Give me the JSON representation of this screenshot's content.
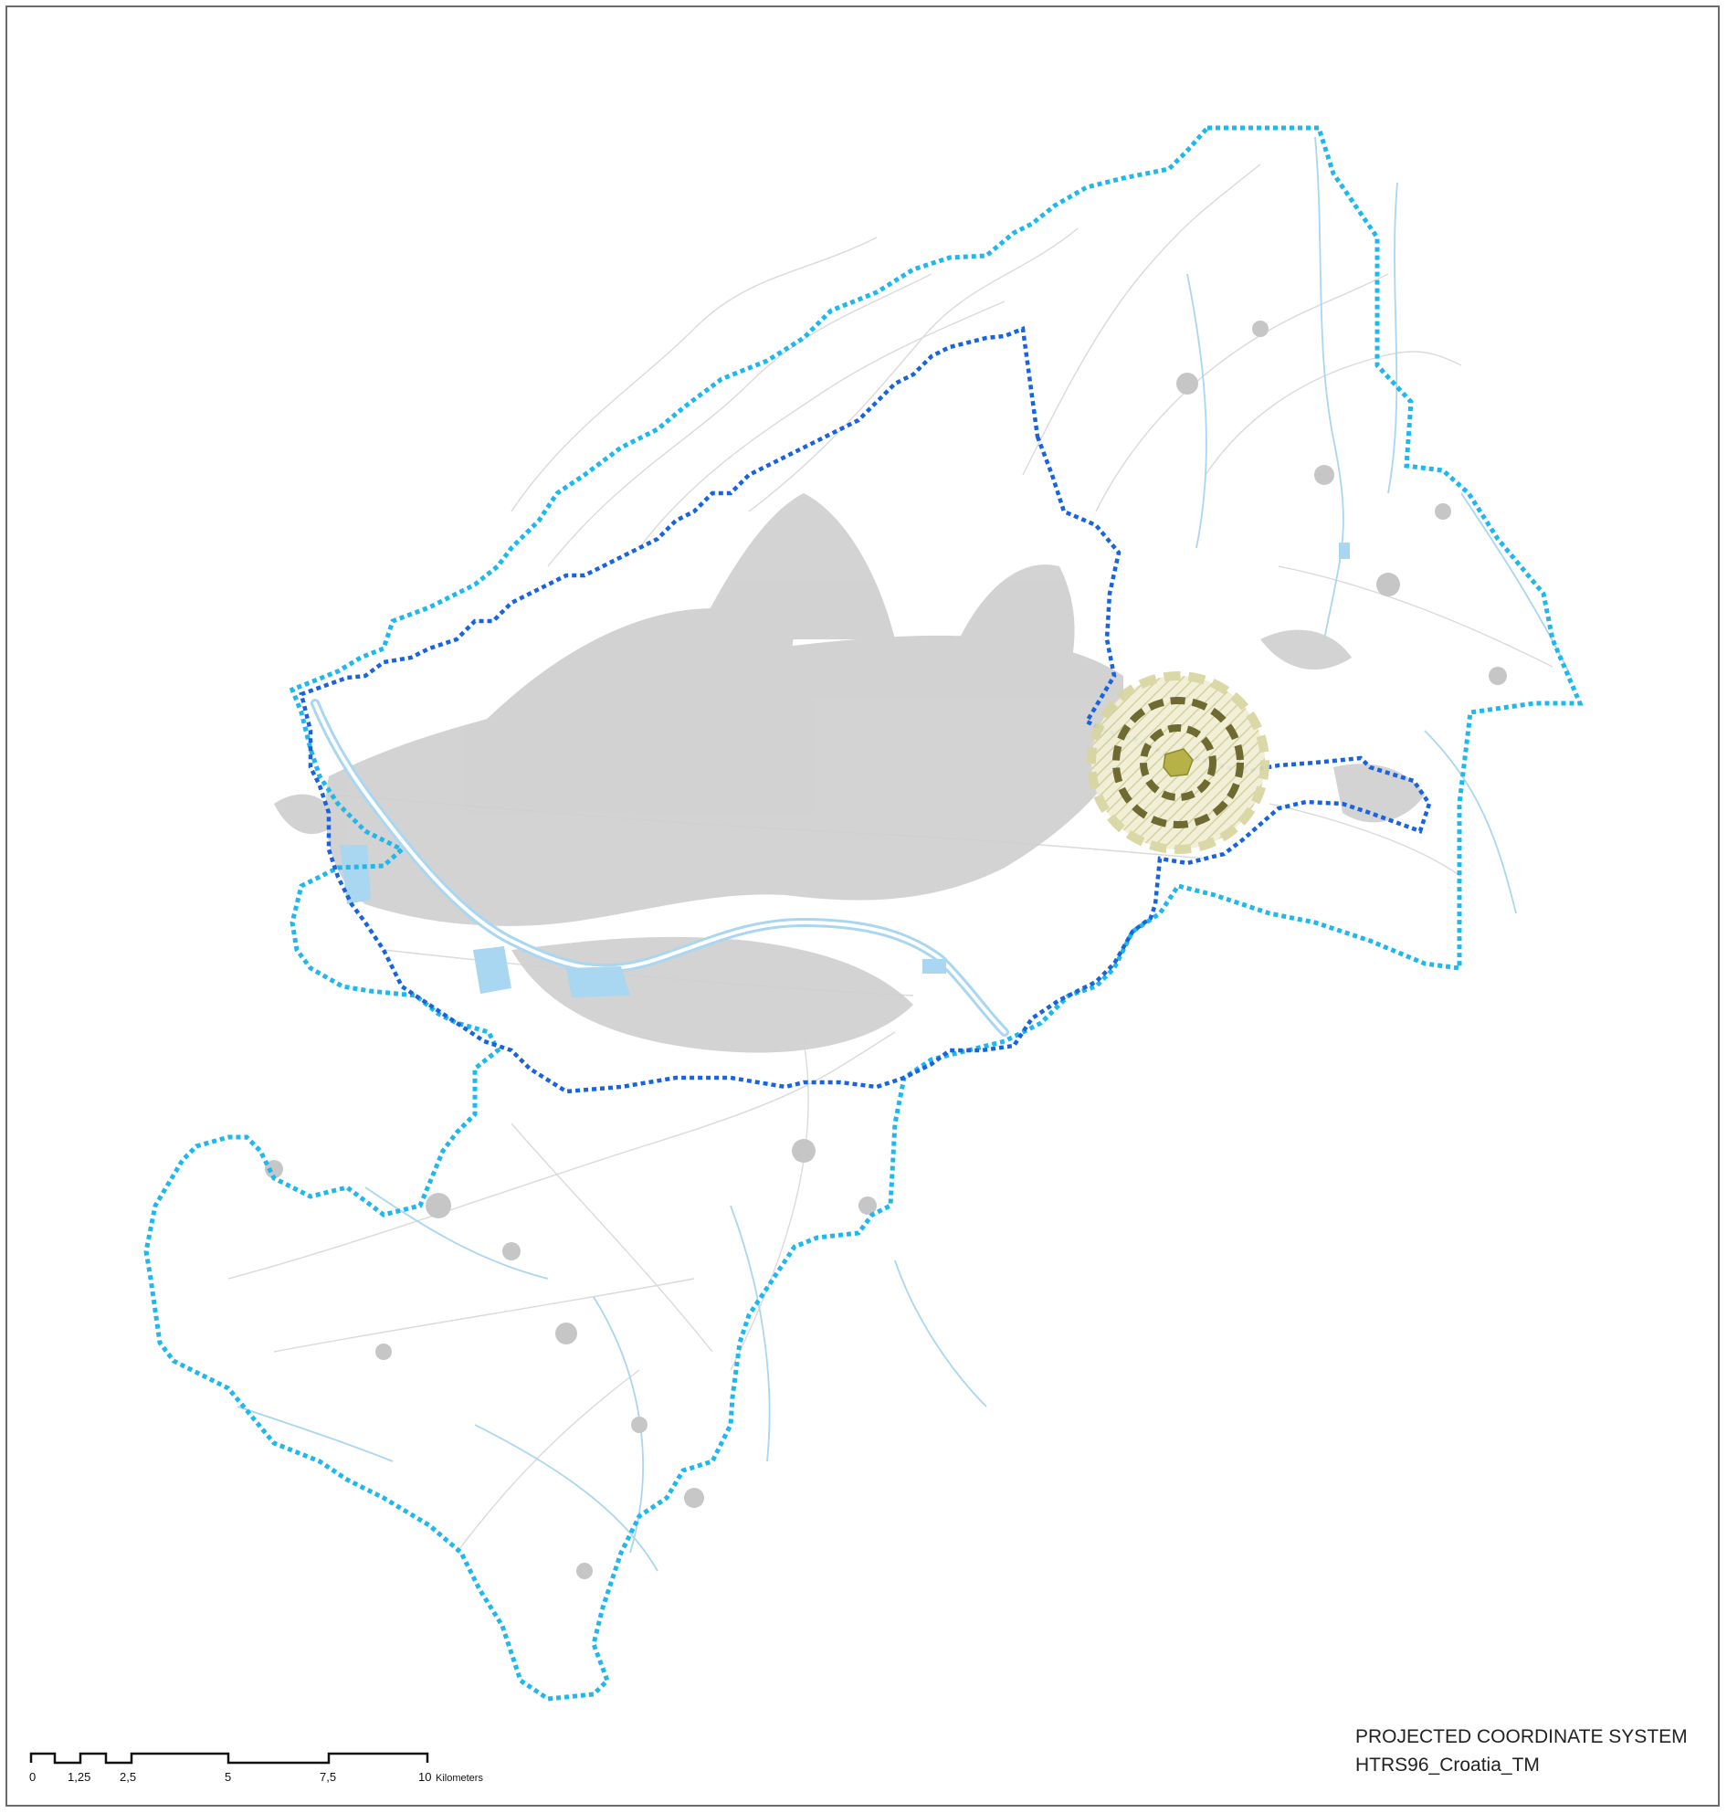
{
  "map": {
    "colors": {
      "outer_boundary": "#1fb8ec",
      "inner_boundary": "#1a63e0",
      "river": "#a9d6f0",
      "settlement": "#c9c9c9",
      "road": "#d6d6d6",
      "buffer_outer": "#d9d6a3",
      "buffer_ring": "#6f6a32",
      "site": "#b6b247"
    }
  },
  "scale_bar": {
    "ticks": [
      "0",
      "1,25",
      "2,5",
      "5",
      "7,5",
      "10"
    ],
    "unit": "Kilometers"
  },
  "crs": {
    "line1": "PROJECTED COORDINATE SYSTEM",
    "line2": "HTRS96_Croatia_TM"
  }
}
